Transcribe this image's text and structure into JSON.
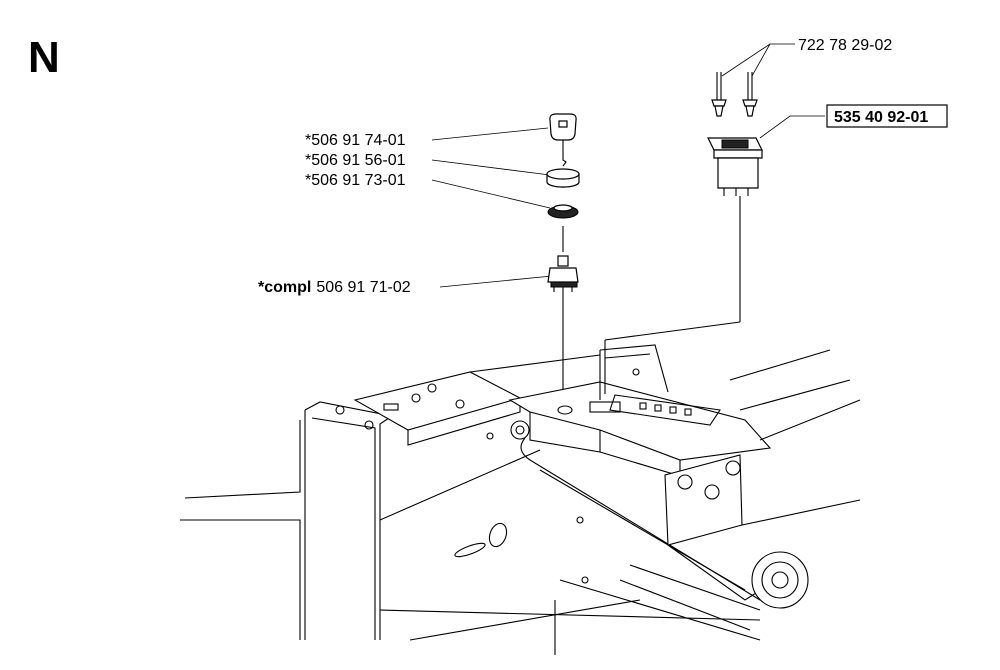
{
  "section_letter": "N",
  "parts": {
    "terminal_pins": "722 78 29-02",
    "switch_relay": "535 40 92-01",
    "key": "*506 91 74-01",
    "cap_ring": "*506 91 56-01",
    "nut_washer": "*506 91 73-01",
    "ignition_prefix": "*compl",
    "ignition_number": "506 91 71-02"
  }
}
